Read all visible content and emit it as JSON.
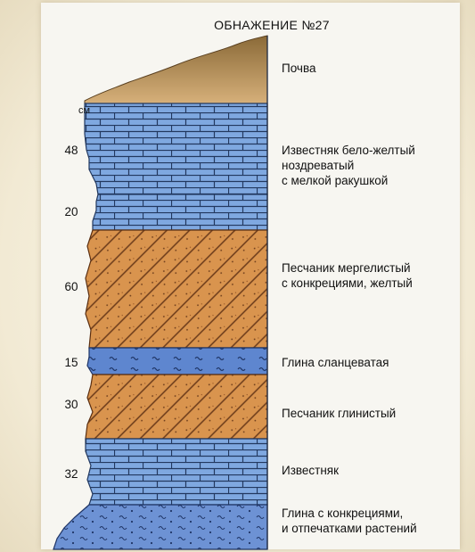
{
  "title": "ОБНАЖЕНИЕ №27",
  "unit": "см",
  "colors": {
    "limestone": "#7fa8e0",
    "brick_line": "#2a3f6a",
    "sandstone": "#d9944e",
    "hatch": "#6a3a1a",
    "clay_shale": "#5e86cf",
    "clay_bottom": "#6d92d4",
    "soil": "#c9a068",
    "soil_dark": "#8a6a38"
  },
  "layers": [
    {
      "name": "Почва",
      "thickness": ""
    },
    {
      "name": "Известняк бело-желтый\nноздреватый\nс мелкой ракушкой",
      "thickness": "48"
    },
    {
      "name": "",
      "thickness": "20"
    },
    {
      "name": "Песчаник мергелистый\nс конкрециями, желтый",
      "thickness": "60"
    },
    {
      "name": "Глина сланцеватая",
      "thickness": "15"
    },
    {
      "name": "Песчаник глинистый",
      "thickness": "30"
    },
    {
      "name": "Известняк",
      "thickness": "32"
    },
    {
      "name": "Глина с конкрециями,\nи отпечатками растений",
      "thickness": ""
    }
  ]
}
